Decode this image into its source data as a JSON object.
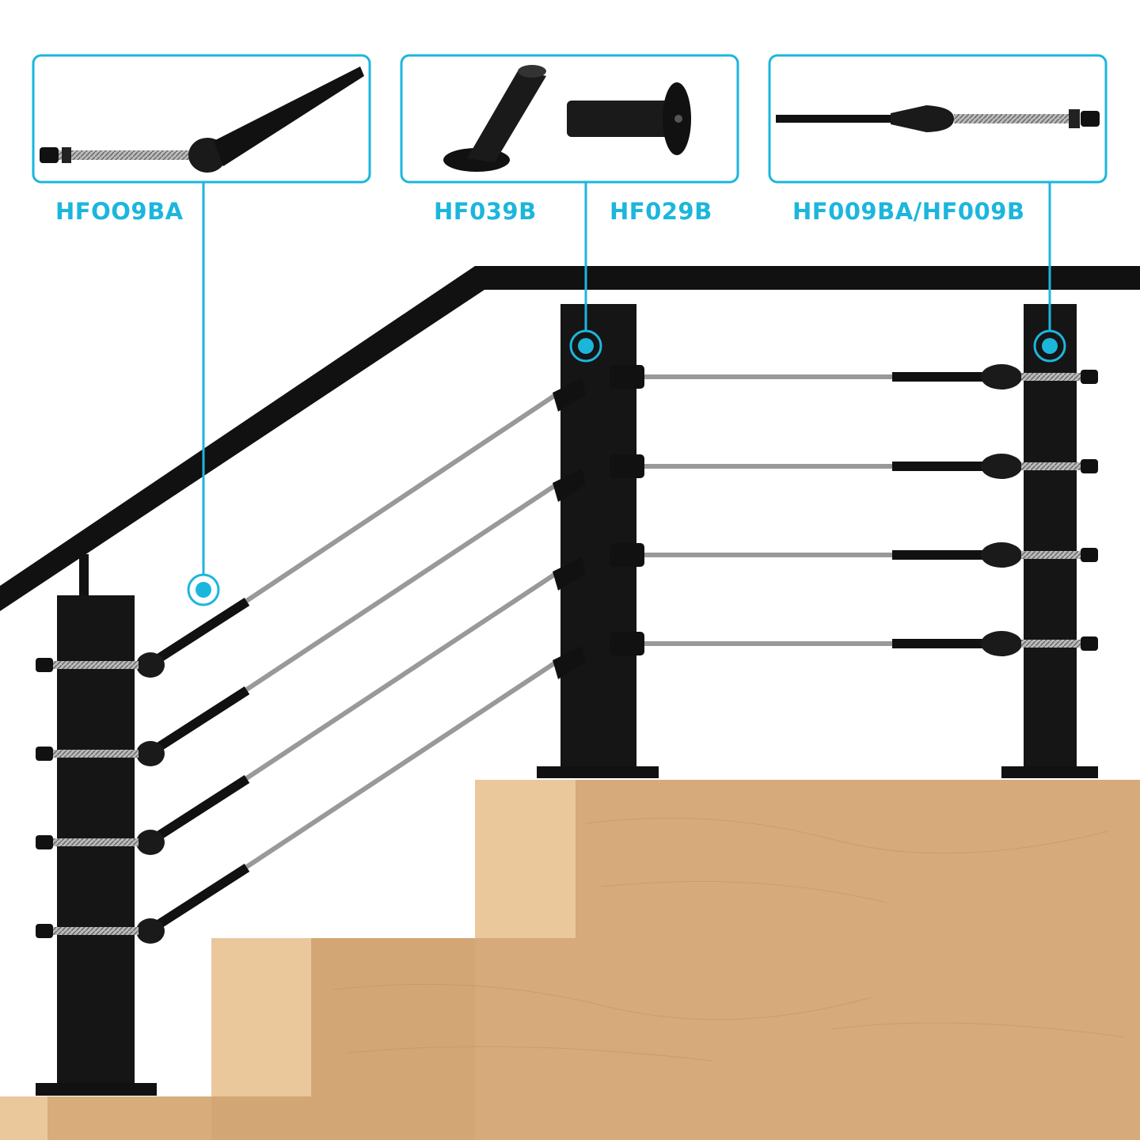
{
  "accent_color": "#1cb6dd",
  "wood_color": "#d8ac7b",
  "parts": [
    {
      "label": "HFOO9BA"
    },
    {
      "label": "HF039B"
    },
    {
      "label": "HF029B"
    },
    {
      "label": "HF009BA/HF009B"
    }
  ]
}
